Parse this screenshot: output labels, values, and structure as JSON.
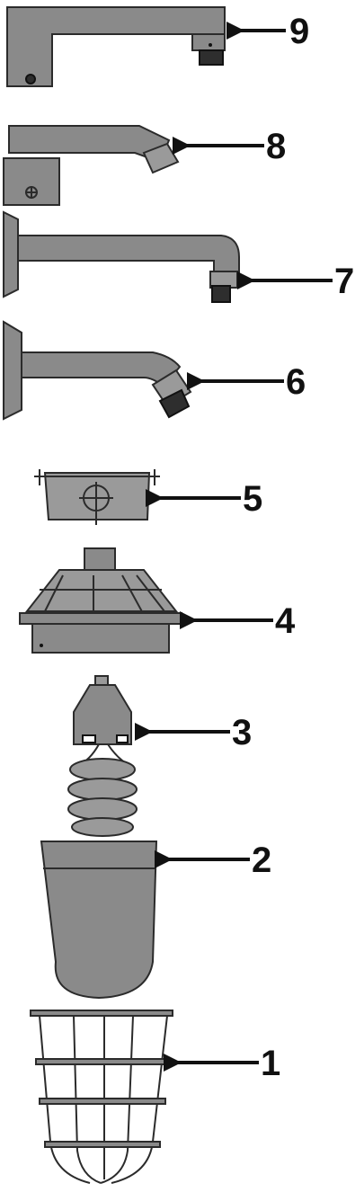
{
  "callouts": [
    {
      "id": "9",
      "label": "9"
    },
    {
      "id": "8",
      "label": "8"
    },
    {
      "id": "7",
      "label": "7"
    },
    {
      "id": "6",
      "label": "6"
    },
    {
      "id": "5",
      "label": "5"
    },
    {
      "id": "4",
      "label": "4"
    },
    {
      "id": "3",
      "label": "3"
    },
    {
      "id": "2",
      "label": "2"
    },
    {
      "id": "1",
      "label": "1"
    }
  ],
  "colors": {
    "part_fill": "#8a8a8a",
    "outline": "#2b2b2b",
    "dark_fitting": "#2e2e2e",
    "callout": "#111111"
  }
}
